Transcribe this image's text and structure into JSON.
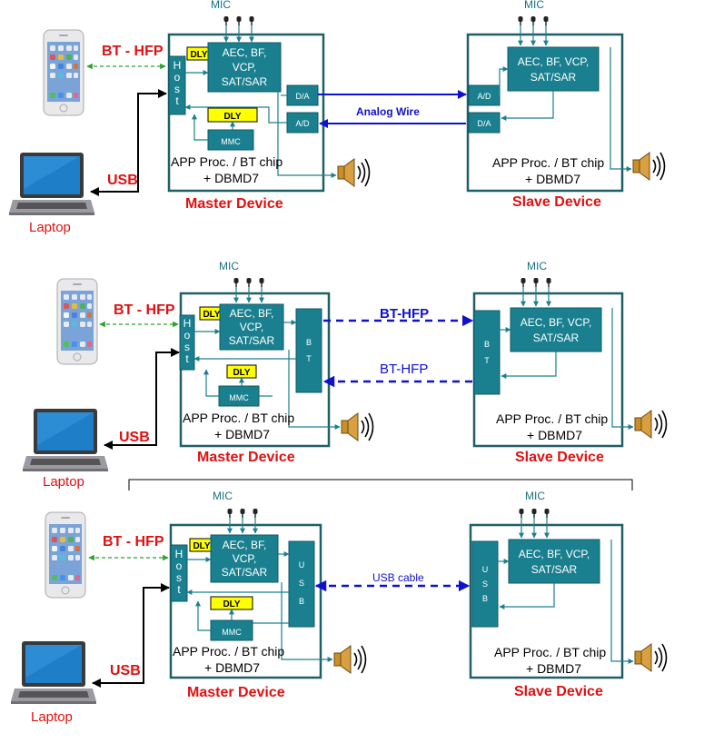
{
  "labels": {
    "mic": "MIC",
    "bt_hfp": "BT - HFP",
    "usb": "USB",
    "laptop": "Laptop",
    "host": [
      "H",
      "o",
      "s",
      "t"
    ],
    "dly": "DLY",
    "dsp_master": [
      "AEC, BF,",
      "VCP,",
      "SAT/SAR"
    ],
    "dsp_slave": [
      "AEC, BF, VCP,",
      "SAT/SAR"
    ],
    "mmc": "MMC",
    "da": "D/A",
    "ad": "A/D",
    "bt_block": "B\nT",
    "usb_block": [
      "U",
      "S",
      "B"
    ],
    "chip_line1": "APP Proc. / BT chip",
    "chip_line2": "+ DBMD7",
    "master": "Master Device",
    "slave": "Slave Device",
    "analog_wire": "Analog Wire",
    "bt_hfp_link": "BT-HFP",
    "usb_cable": "USB cable"
  },
  "colors": {
    "block": "#1a8090",
    "frame": "#1f5f66",
    "dly": "#ffff00",
    "red_text": "#e01010",
    "link_blue": "#1010d0",
    "bt_dashed": "#2ca02c"
  },
  "icons": [
    "phone-icon",
    "laptop-icon",
    "speaker-icon",
    "mic-icon"
  ]
}
